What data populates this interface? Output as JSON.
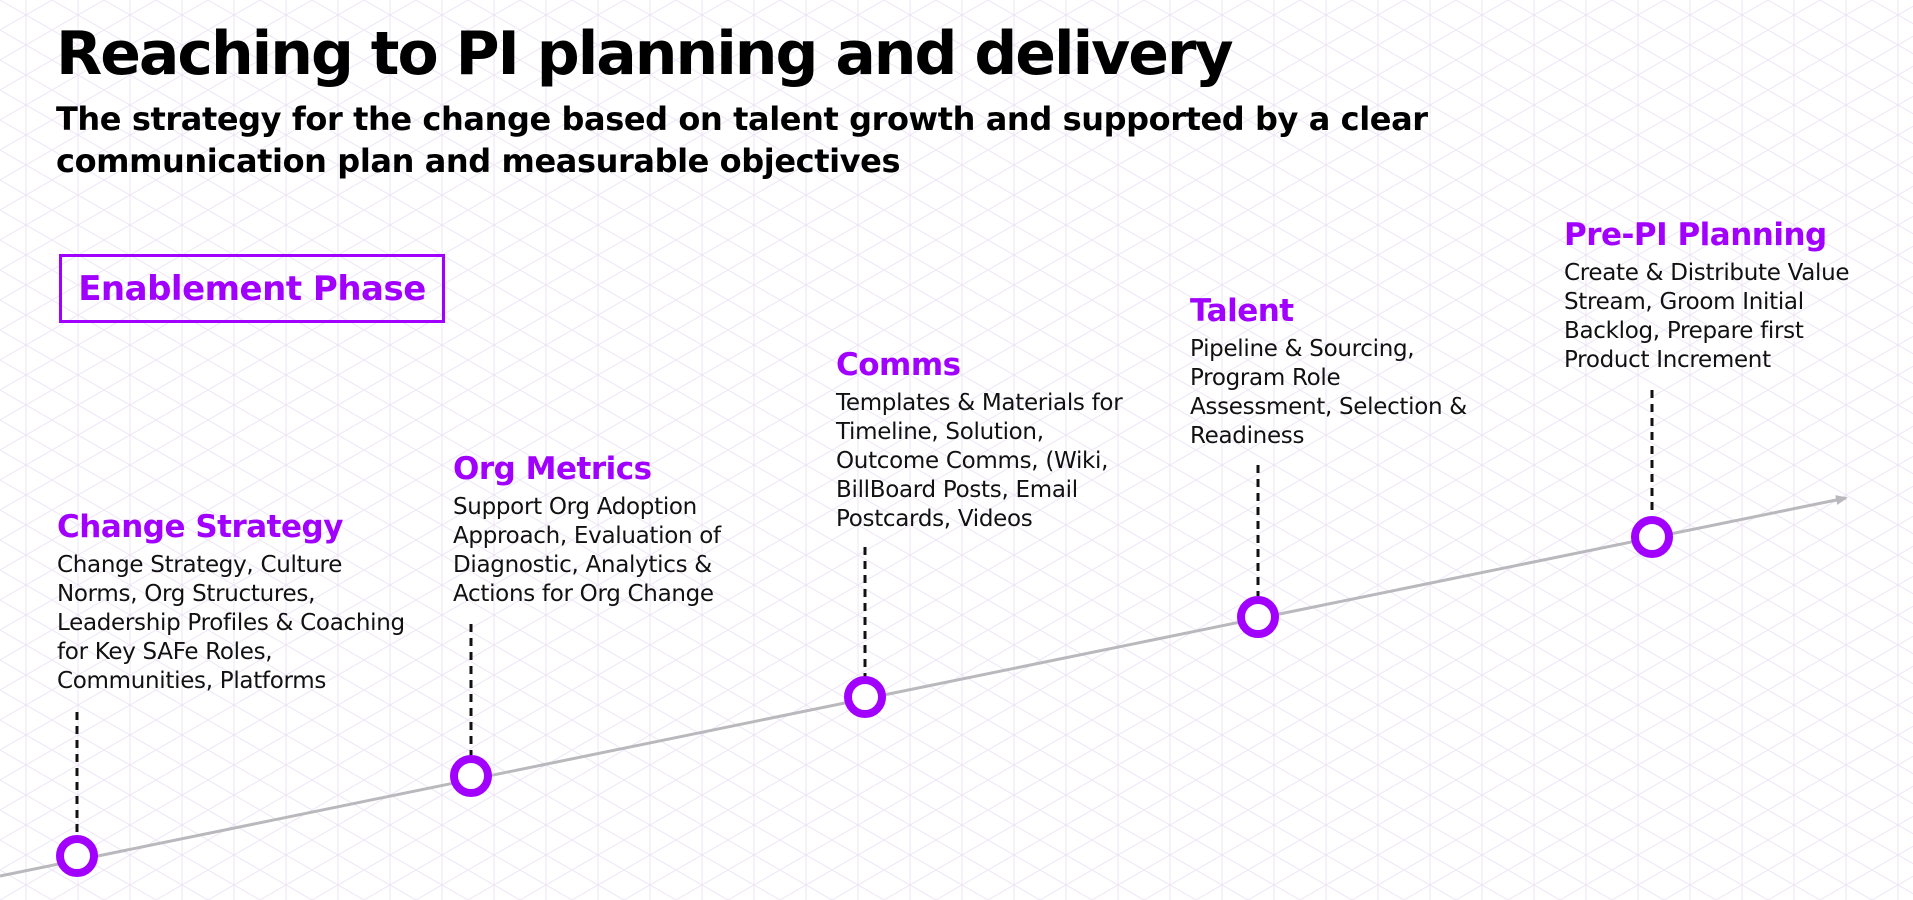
{
  "title": "Reaching to PI planning and delivery",
  "subtitle": "The strategy for the change based on talent growth and supported by a clear communication plan and measurable objectives",
  "phase": "Enablement Phase",
  "colors": {
    "accent": "#a100ff",
    "timeline": "#b9b9bd",
    "connector": "#111111",
    "grid": "#eee6f6"
  },
  "milestones": [
    {
      "title": "Change Strategy",
      "description": "Change Strategy, Culture Norms, Org Structures, Leadership Profiles & Coaching for Key SAFe Roles, Communities, Platforms"
    },
    {
      "title": "Org Metrics",
      "description": "Support Org Adoption Approach, Evaluation of Diagnostic, Analytics & Actions for Org Change"
    },
    {
      "title": "Comms",
      "description": "Templates & Materials for Timeline, Solution, Outcome Comms, (Wiki, BillBoard Posts, Email Postcards, Videos"
    },
    {
      "title": "Talent",
      "description": "Pipeline & Sourcing, Program Role Assessment, Selection & Readiness"
    },
    {
      "title": "Pre-PI Planning",
      "description": "Create & Distribute Value Stream, Groom Initial Backlog, Prepare first Product Increment"
    }
  ]
}
